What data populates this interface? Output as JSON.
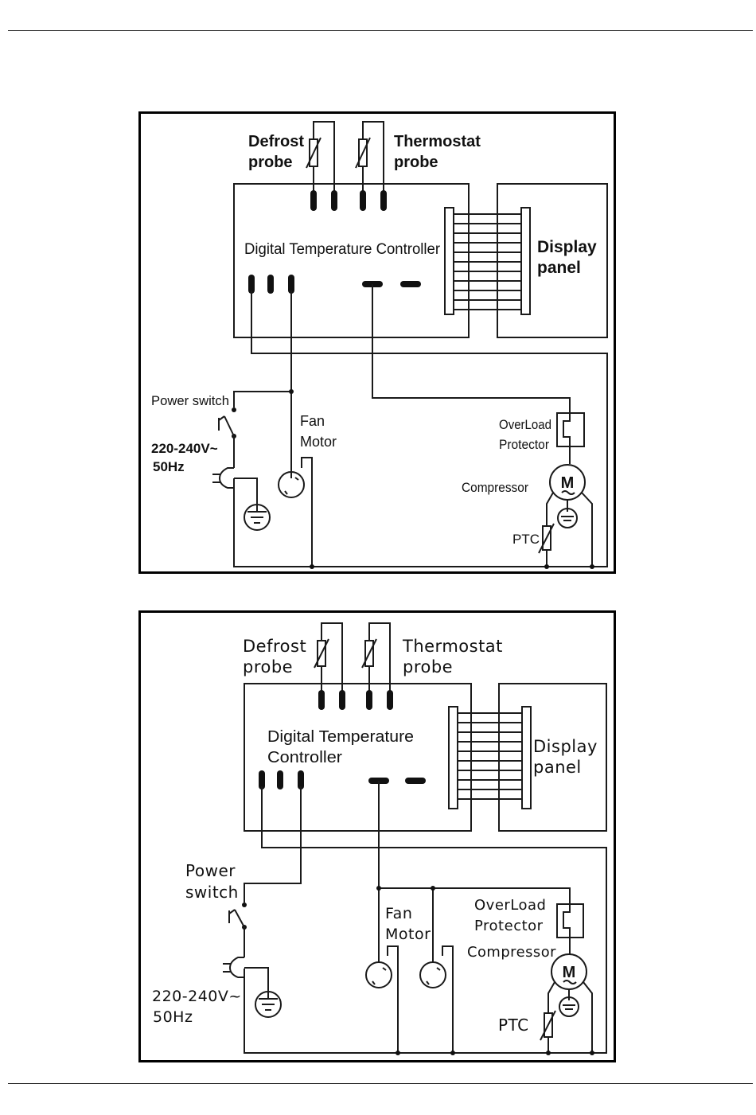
{
  "diagram1": {
    "defrost_line1": "Defrost",
    "defrost_line2": "probe",
    "thermo_line1": "Thermostat",
    "thermo_line2": "probe",
    "controller": "Digital Temperature Controller",
    "display_line1": "Display",
    "display_line2": "panel",
    "power_switch": "Power switch",
    "voltage": "220-240V~",
    "freq": "50Hz",
    "fan_line1": "Fan",
    "fan_line2": "Motor",
    "overload_line1": "OverLoad",
    "overload_line2": "Protector",
    "compressor": "Compressor",
    "ptc": "PTC",
    "motor_symbol": "M"
  },
  "diagram2": {
    "defrost_line1": "Defrost",
    "defrost_line2": "probe",
    "thermo_line1": "Thermostat",
    "thermo_line2": "probe",
    "controller_line1": "Digital Temperature",
    "controller_line2": "Controller",
    "display_line1": "Display",
    "display_line2": "panel",
    "power_line1": "Power",
    "power_line2": "switch",
    "voltage": "220-240V~",
    "freq": "50Hz",
    "fan_line1": "Fan",
    "fan_line2": "Motor",
    "overload_line1": "OverLoad",
    "overload_line2": "Protector",
    "compressor": "Compressor",
    "ptc": "PTC",
    "motor_symbol": "M"
  }
}
